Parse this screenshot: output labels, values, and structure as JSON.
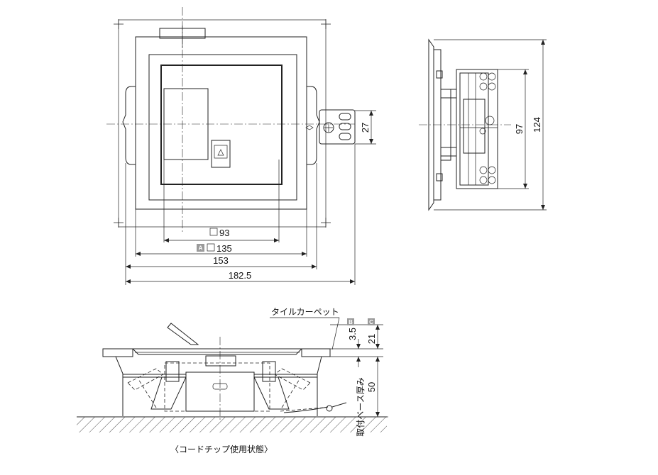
{
  "plan_view": {
    "dims": {
      "inner_square": "93",
      "cover_square": "135",
      "cover_badge": "A",
      "frame_width": "153",
      "overall_width": "182.5",
      "bracket_height": "27"
    }
  },
  "side_view": {
    "dims": {
      "height_inner": "97",
      "height_outer": "124"
    }
  },
  "section_view": {
    "floor_label": "タイルカーペット",
    "badge_b": "B",
    "badge_c": "C",
    "dims": {
      "lid_thickness": "3.5",
      "protrusion": "21",
      "depth": "50"
    },
    "base_label": "取付ベース厚み"
  },
  "caption": "〈コードチップ使用状態〉"
}
